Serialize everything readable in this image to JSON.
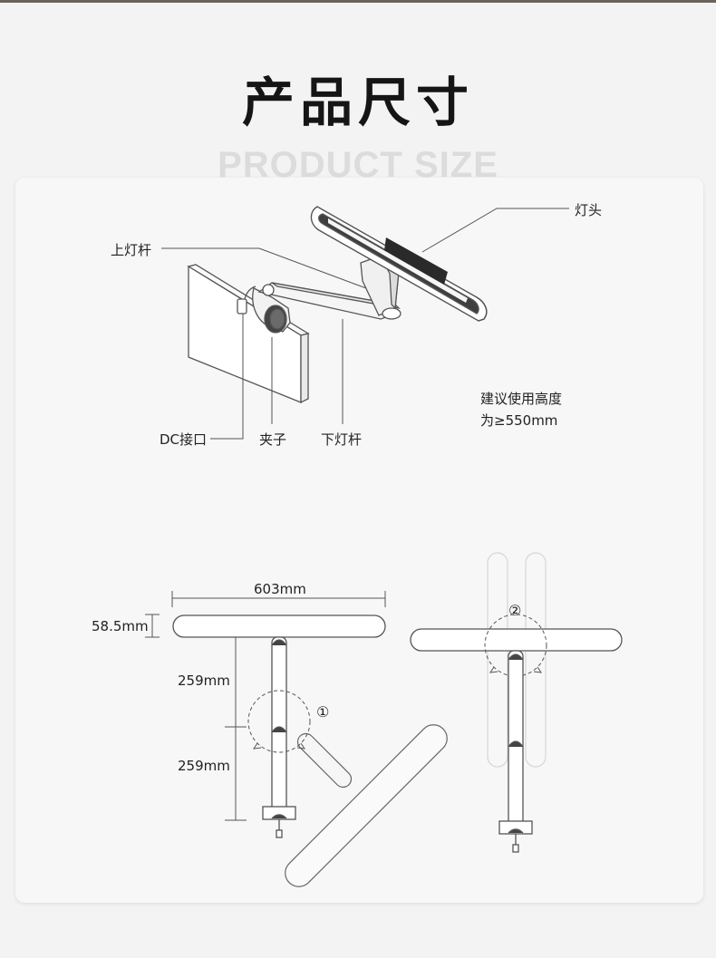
{
  "header": {
    "title": "产品尺寸",
    "subtitle": "PRODUCT SIZE"
  },
  "diagram": {
    "callouts": {
      "lamp_head": "灯头",
      "upper_arm": "上灯杆",
      "dc_port": "DC接口",
      "clamp": "夹子",
      "lower_arm": "下灯杆"
    },
    "usage_note": {
      "line1": "建议使用高度",
      "line2": "为≥550mm"
    },
    "dimensions": {
      "head_length": "603mm",
      "head_thickness": "58.5mm",
      "upper_arm_length": "259mm",
      "lower_arm_length": "259mm"
    },
    "rotation_markers": {
      "marker_1": "①",
      "marker_2": "②"
    }
  },
  "colors": {
    "line": "#555555",
    "faint": "#d9d9d9",
    "title": "#151515"
  }
}
